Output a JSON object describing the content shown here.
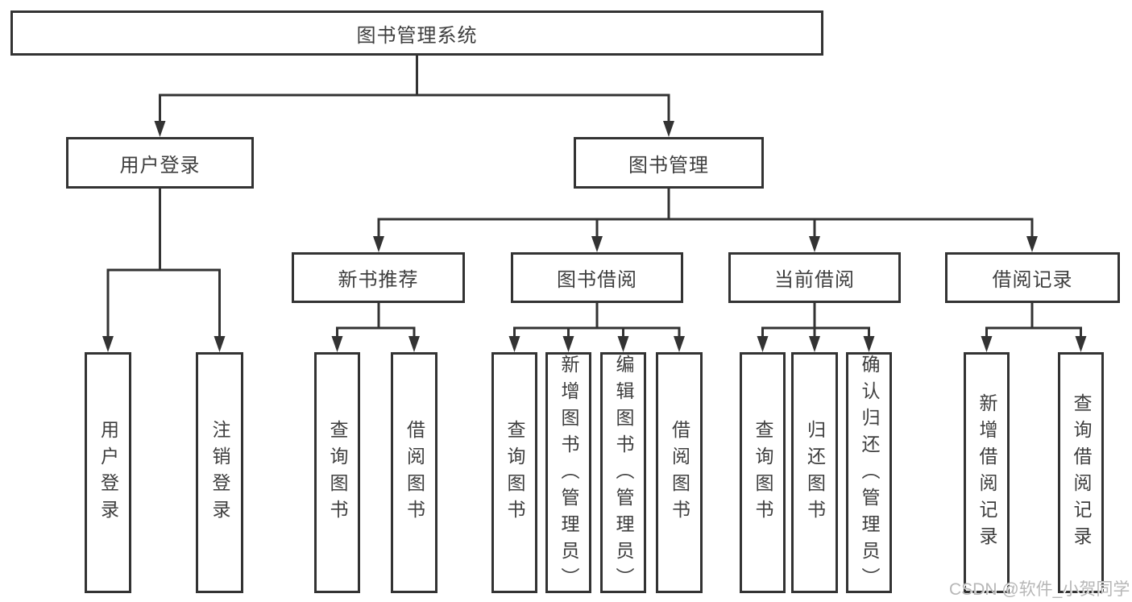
{
  "diagram": {
    "colors": {
      "line": "#333333",
      "node_border": "#333333",
      "node_text": "#3e3e3e",
      "background": "#ffffff",
      "watermark_text_color": "#b7b7b7"
    },
    "watermark": "CSDN @软件_小贺同学"
  },
  "tree": {
    "label": "图书管理系统",
    "children": [
      {
        "label": "用户登录",
        "children": [
          {
            "label": "用户登录"
          },
          {
            "label": "注销登录"
          }
        ]
      },
      {
        "label": "图书管理",
        "children": [
          {
            "label": "新书推荐",
            "children": [
              {
                "label": "查询图书"
              },
              {
                "label": "借阅图书"
              }
            ]
          },
          {
            "label": "图书借阅",
            "children": [
              {
                "label": "查询图书"
              },
              {
                "label": "新增图书（管理员）"
              },
              {
                "label": "编辑图书（管理员）"
              },
              {
                "label": "借阅图书"
              }
            ]
          },
          {
            "label": "当前借阅",
            "children": [
              {
                "label": "查询图书"
              },
              {
                "label": "归还图书"
              },
              {
                "label": "确认归还（管理员）"
              }
            ]
          },
          {
            "label": "借阅记录",
            "children": [
              {
                "label": "新增借阅记录"
              },
              {
                "label": "查询借阅记录"
              }
            ]
          }
        ]
      }
    ]
  }
}
